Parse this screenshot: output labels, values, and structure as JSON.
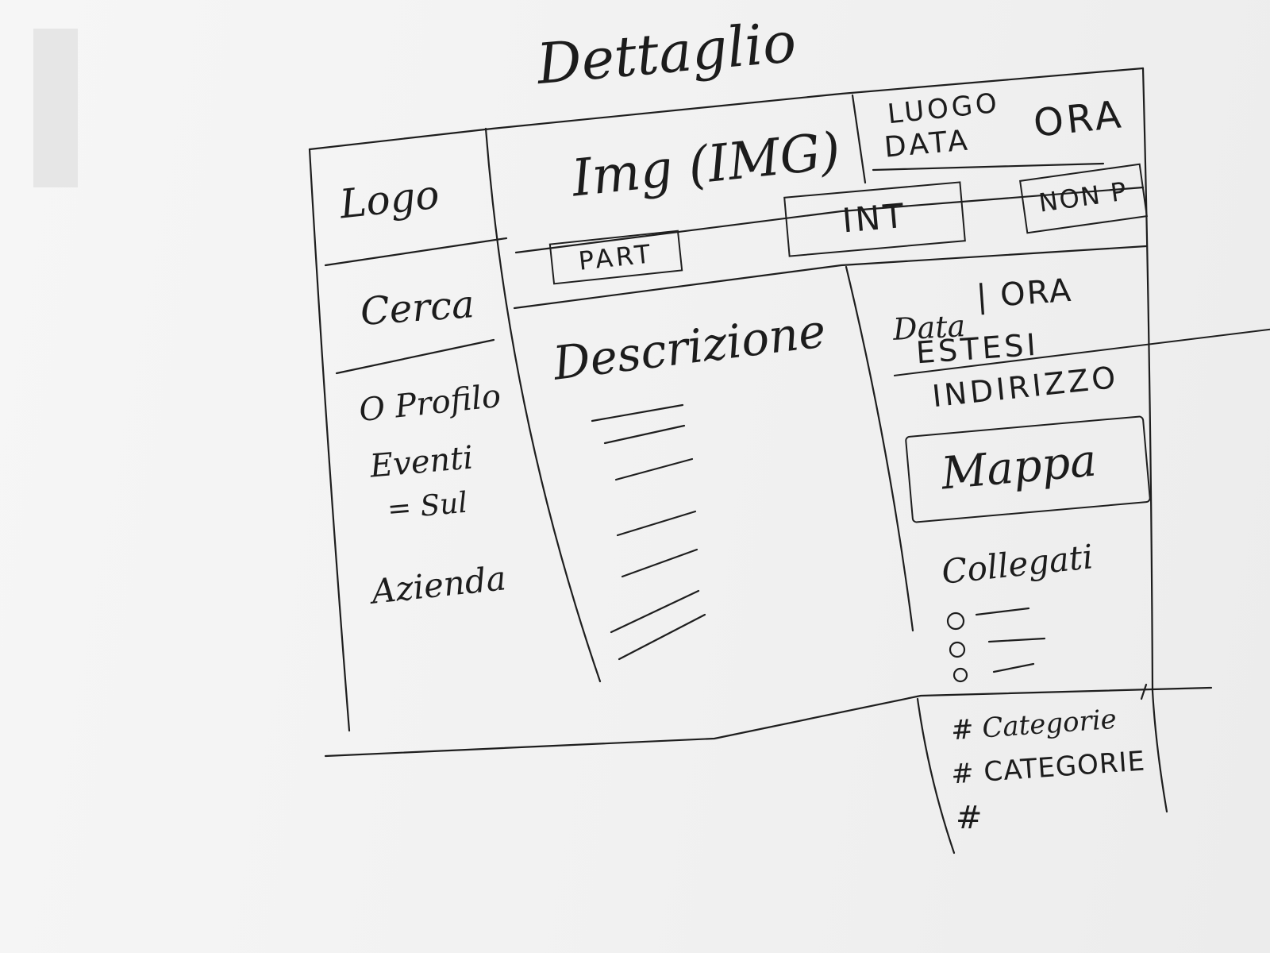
{
  "page_title": "Dettaglio",
  "sidebar": {
    "logo": "Logo",
    "search": "Cerca",
    "nav": [
      "O Profilo",
      "Eventi",
      "= Sul",
      "Azienda"
    ]
  },
  "header": {
    "image": "Img (IMG)",
    "place": "LUOGO",
    "date": "DATA",
    "time": "ORA"
  },
  "actions": {
    "part": "PART",
    "int": "INT",
    "nonp": "NON P"
  },
  "main": {
    "description": "Descrizione"
  },
  "details": {
    "date_label": "Data",
    "time_label": "| ORA",
    "extended": "ESTESI",
    "address": "INDIRIZZO",
    "map": "Mappa",
    "links_title": "Collegati"
  },
  "categories": [
    "# Categorie",
    "# CATEGORIE",
    "#"
  ]
}
